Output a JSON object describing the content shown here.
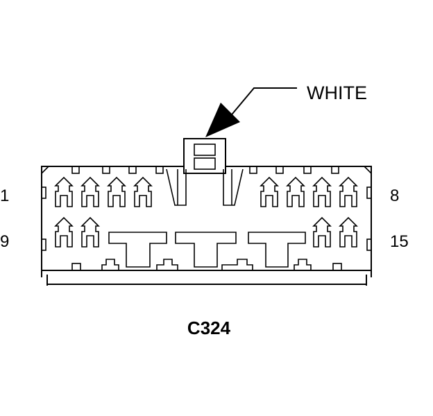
{
  "connector": {
    "id": "C324",
    "color_label": "WHITE",
    "pin_labels": {
      "top_left": "1",
      "top_right": "8",
      "bottom_left": "9",
      "bottom_right": "15"
    }
  },
  "colors": {
    "line": "#000000",
    "background": "#ffffff"
  }
}
